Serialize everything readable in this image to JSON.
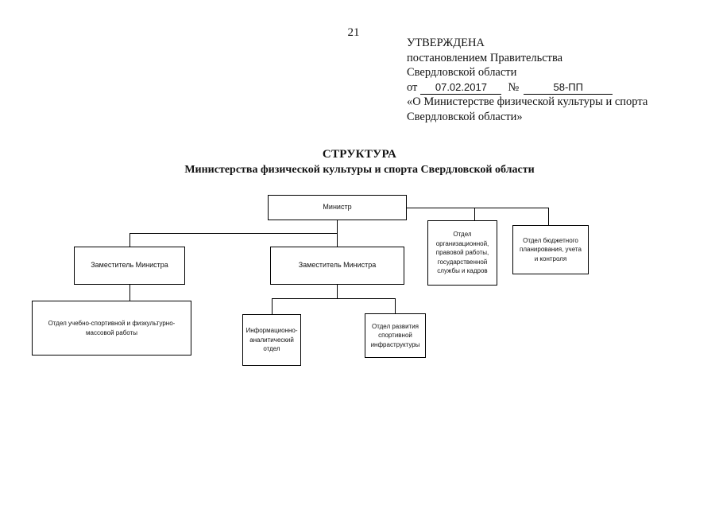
{
  "page_number": "21",
  "approval": {
    "title": "УТВЕРЖДЕНА",
    "line2": "постановлением Правительства",
    "line3": "Свердловской области",
    "from_label": "от",
    "date": "07.02.2017",
    "number_label": "№",
    "number": "58-ПП",
    "quote_line1": "«О Министерстве физической культуры и спорта",
    "quote_line2": "Свердловской области»"
  },
  "title": {
    "line1": "СТРУКТУРА",
    "line2": "Министерства физической культуры и спорта Свердловской области"
  },
  "org_chart": {
    "minister": "Министр",
    "deputy_left": "Заместитель Министра",
    "deputy_center": "Заместитель Министра",
    "dept_org": "Отдел организационной, правовой работы, государственной службы и кадров",
    "dept_budget": "Отдел бюджетного планирования, учета и контроля",
    "dept_training": "Отдел учебно-спортивной и физкультурно-массовой работы",
    "dept_info": "Информационно-аналитический отдел",
    "dept_infra": "Отдел развития спортивной инфраструктуры"
  }
}
